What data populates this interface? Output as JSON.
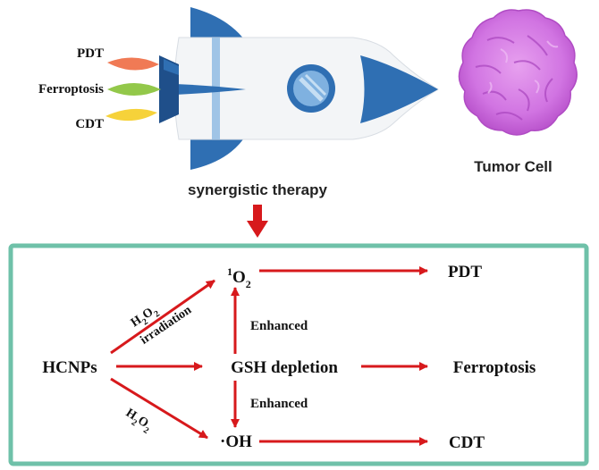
{
  "top": {
    "flames": [
      "PDT",
      "Ferroptosis",
      "CDT"
    ],
    "caption": "synergistic therapy",
    "tumor_label": "Tumor Cell"
  },
  "scheme": {
    "source": "HCNPs",
    "singlet_oxygen": {
      "sup": "1",
      "base": "O",
      "sub": "2"
    },
    "gsh": "GSH depletion",
    "hydroxyl": "·OH",
    "pdt": "PDT",
    "ferroptosis": "Ferroptosis",
    "cdt": "CDT",
    "enhanced_upper": "Enhanced",
    "enhanced_lower": "Enhanced",
    "arrow_upper_label": {
      "h": "H",
      "o": "O",
      "n1": "2",
      "n2": "2",
      "second_line": "irradiation"
    },
    "arrow_lower_label": {
      "h": "H",
      "o": "O",
      "n1": "2",
      "n2": "2"
    }
  },
  "colors": {
    "arrow": "#d7191c",
    "box_border": "#6fc1a9",
    "rocket_blue": "#2f6fb3",
    "rocket_body": "#f3f5f7",
    "flame_pdt": "#f07a55",
    "flame_ferroptosis": "#93c84a",
    "flame_cdt": "#f6d23a",
    "tumor": "#cf6fe0"
  }
}
